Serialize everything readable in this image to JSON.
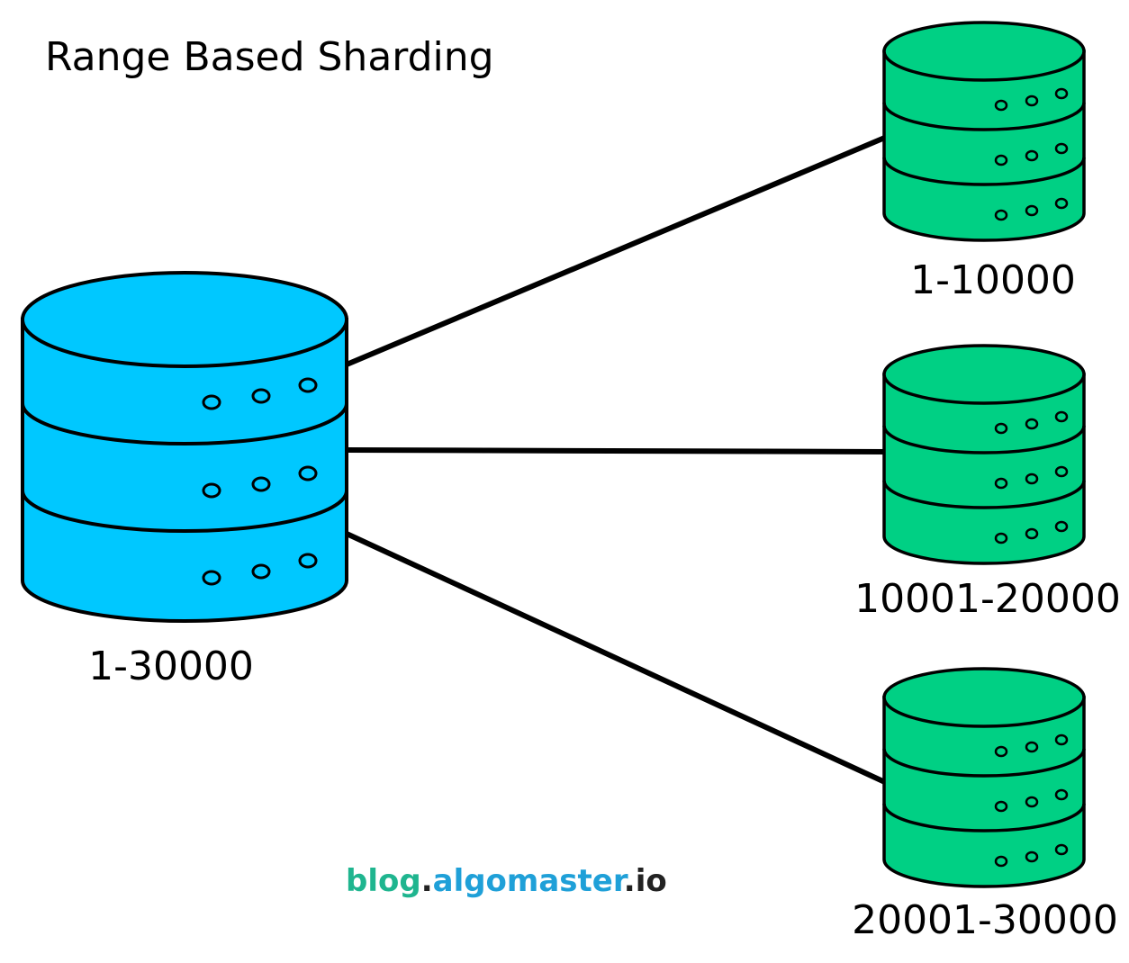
{
  "title": "Range Based Sharding",
  "source_db": {
    "label": "1-30000",
    "color": "#00C8FF"
  },
  "shards": [
    {
      "label": "1-10000",
      "color": "#00D084"
    },
    {
      "label": "10001-20000",
      "color": "#00D084"
    },
    {
      "label": "20001-30000",
      "color": "#00D084"
    }
  ],
  "watermark": {
    "part1": "blog",
    "dot1": ".",
    "part2": "algomaster",
    "dot2": ".",
    "part3": "io",
    "colors": {
      "blog": "#1FB58F",
      "algomaster": "#1FA0D8",
      "dots_io": "#222222"
    }
  }
}
